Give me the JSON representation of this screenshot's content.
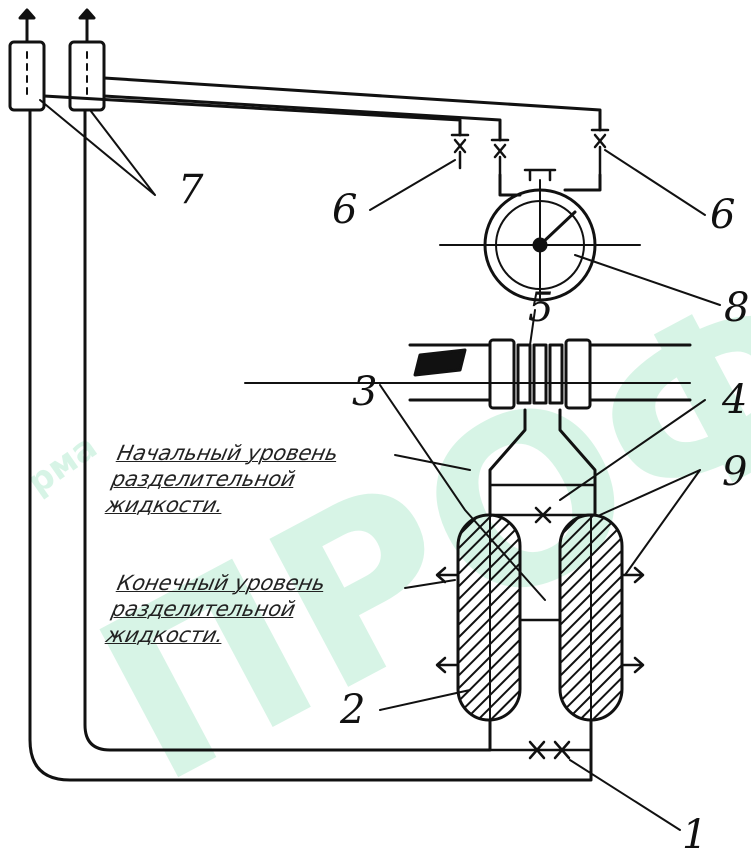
{
  "watermark": {
    "main_text": "ПРОФТЕХ",
    "small_text": "рма",
    "color": "#b8ecd2"
  },
  "diagram": {
    "callouts": {
      "c1": "1",
      "c2": "2",
      "c3": "3",
      "c4": "4",
      "c5": "5",
      "c6_left": "6",
      "c6_right": "6",
      "c7": "7",
      "c8": "8",
      "c9": "9"
    },
    "notes": {
      "initial_level": {
        "line1": "Начальный уровень",
        "line2": "разделительной",
        "line3": "жидкости."
      },
      "final_level": {
        "line1": "Конечный уровень",
        "line2": "разделительной",
        "line3": "жидкости."
      }
    }
  }
}
